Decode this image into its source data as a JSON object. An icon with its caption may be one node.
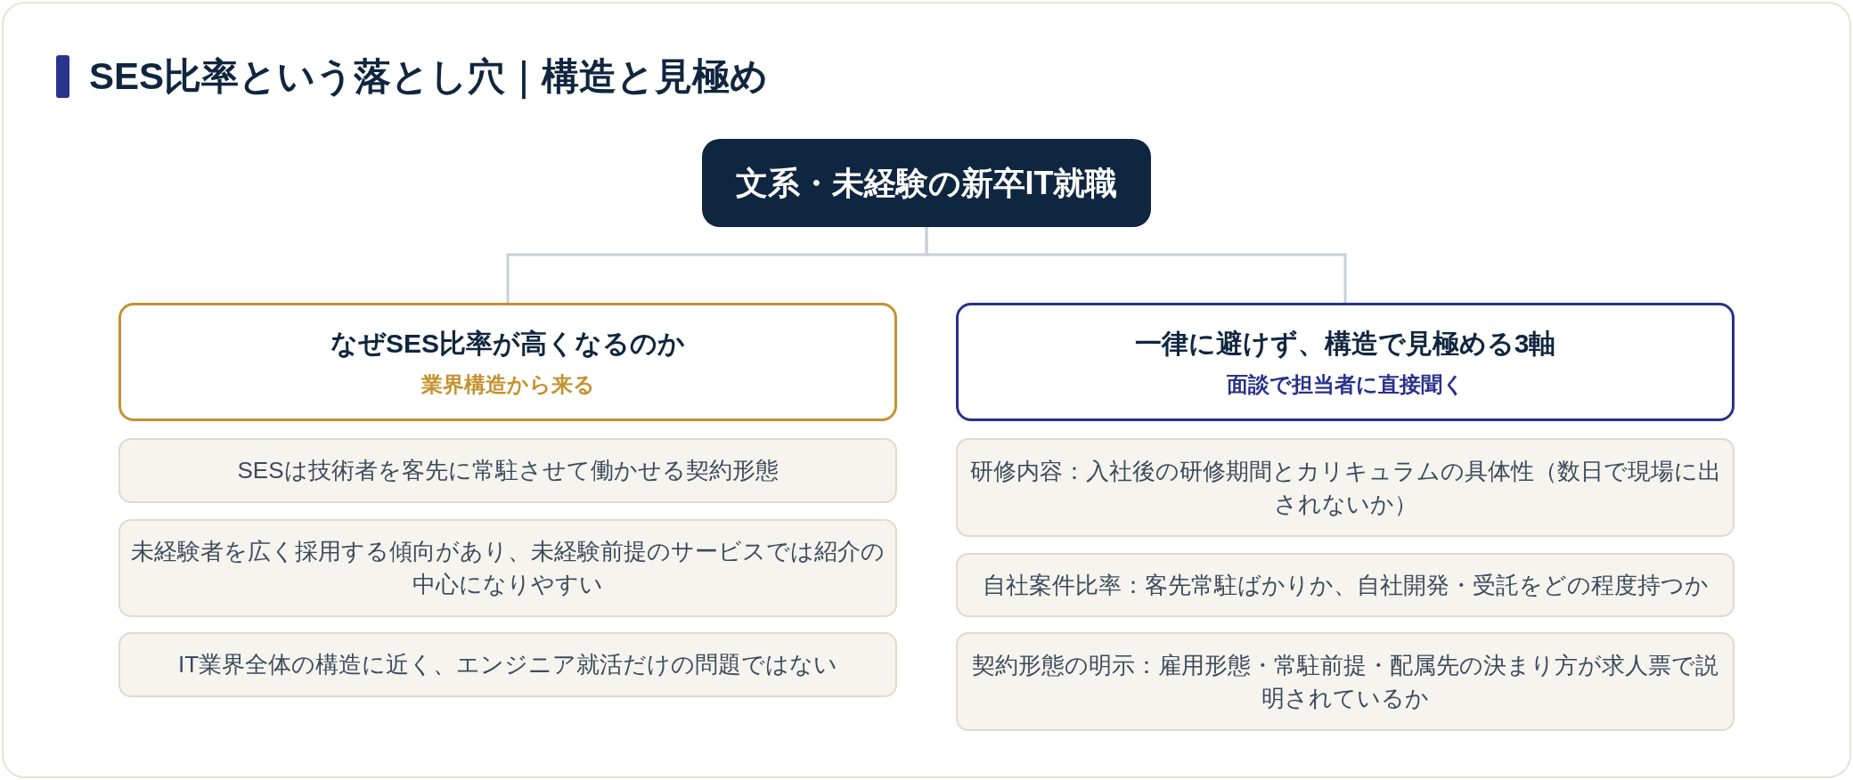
{
  "diagram": {
    "title": "SES比率という落とし穴｜構造と見極め",
    "nodes": [
      {
        "text": [
          "文系・未経験の新卒IT就職"
        ]
      },
      {
        "text": [
          "なぜSES比率が高くなるのか",
          "業界構造から来る"
        ]
      },
      {
        "text": [
          "SESは技術者を客先に常駐させて働かせる契約形態"
        ]
      },
      {
        "text": [
          "未経験者を広く採用する傾向があり、未経験前提のサービスでは紹介の中心になりやすい"
        ]
      },
      {
        "text": [
          "IT業界全体の構造に近く、エンジニア就活だけの問題ではない"
        ]
      },
      {
        "text": [
          "一律に避けず、構造で見極める3軸",
          "面談で担当者に直接聞く"
        ]
      },
      {
        "text": [
          "研修内容：入社後の研修期間とカリキュラムの具体性（数日で現場に出されないか）"
        ]
      },
      {
        "text": [
          "自社案件比率：客先常駐ばかりか、自社開発・受託をどの程度持つか"
        ]
      },
      {
        "text": [
          "契約形態の明示：雇用形態・常駐前提・配属先の決まり方が求人票で説明されているか"
        ]
      }
    ],
    "edges": [
      {
        "from": 0,
        "to": 1,
        "arrow": "none"
      },
      {
        "from": 0,
        "to": 5,
        "arrow": "none"
      }
    ]
  }
}
